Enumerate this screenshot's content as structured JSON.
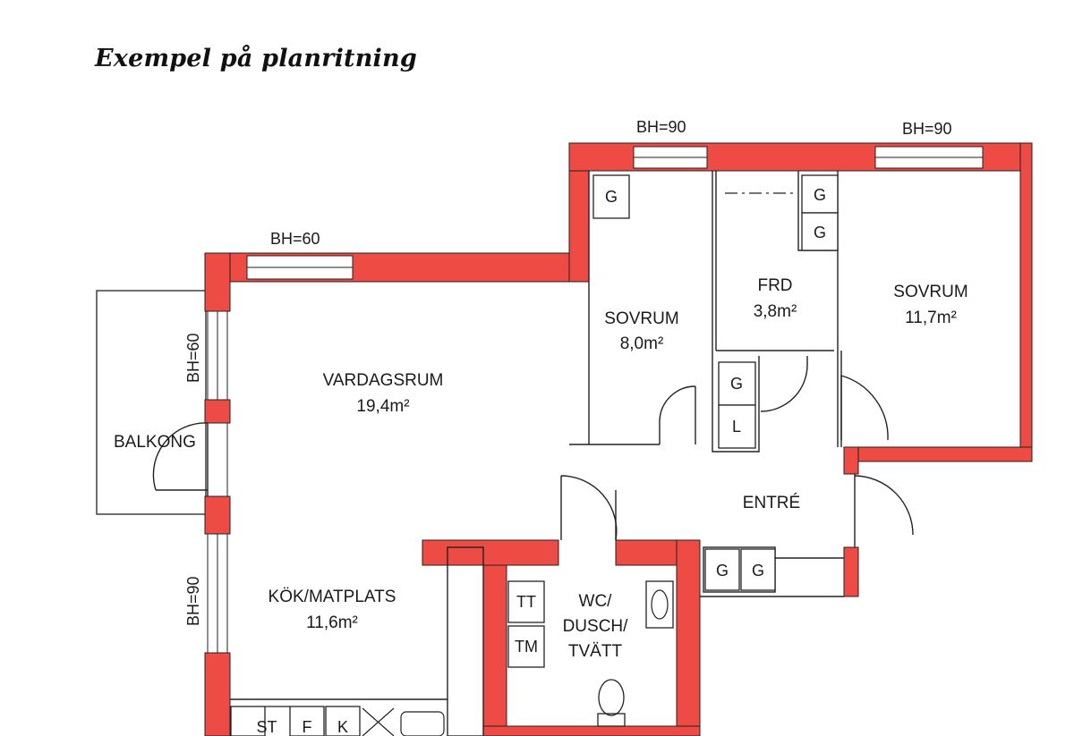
{
  "title": "Exempel på planritning",
  "colors": {
    "wall": "#ee4b44",
    "line": "#222222",
    "background": "#ffffff"
  },
  "window_heights": {
    "top_left": "BH=60",
    "top_middle": "BH=90",
    "top_right": "BH=90",
    "left_upper": "BH=60",
    "left_lower": "BH=90"
  },
  "rooms": {
    "balkong": {
      "name": "BALKONG"
    },
    "vardagsrum": {
      "name": "VARDAGSRUM",
      "area": "19,4m²"
    },
    "sovrum_small": {
      "name": "SOVRUM",
      "area": "8,0m²"
    },
    "frd": {
      "name": "FRD",
      "area": "3,8m²"
    },
    "sovrum_large": {
      "name": "SOVRUM",
      "area": "11,7m²"
    },
    "entre": {
      "name": "ENTRÉ"
    },
    "kok": {
      "name": "KÖK/MATPLATS",
      "area": "11,6m²"
    },
    "wc": {
      "line1": "WC/",
      "line2": "DUSCH/",
      "line3": "TVÄTT"
    }
  },
  "fixtures": {
    "g": "G",
    "l": "L",
    "tt": "TT",
    "tm": "TM",
    "st": "ST",
    "f": "F",
    "k": "K"
  }
}
